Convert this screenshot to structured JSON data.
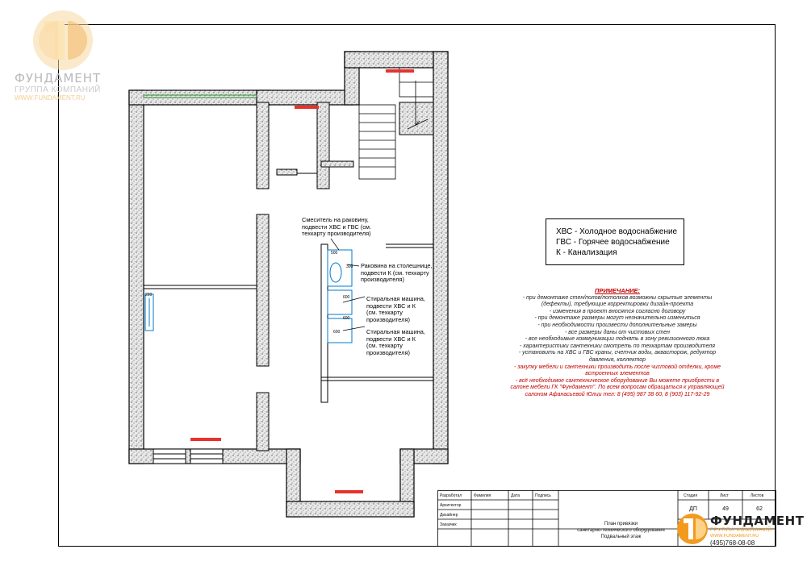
{
  "brand": {
    "name": "ФУНДАМЕНТ",
    "subtitle": "ГРУППА КОМПАНИЙ",
    "url": "WWW.FUNDAMENT.RU",
    "phone": "(495)768-08-08",
    "colors": {
      "orange": "#f39a1e",
      "orange_light": "#f7d7a0",
      "gray": "#b9b9b9"
    }
  },
  "legend": {
    "lines": [
      "ХВС - Холодное водоснабжение",
      "ГВС - Горячее водоснабжение",
      "К - Канализация"
    ]
  },
  "notes": {
    "title": "ПРИМЕЧАНИЕ:",
    "items": [
      "- при демонтаже стен/полов/потолков возможны скрытые элементы",
      "(дефекты), требующие корректировки дизайн-проекта",
      "- изменения в проект вносятся согласно договору",
      "- при демонтаже размеры могут незначительно измениться",
      "- при необходимости произвести дополнительные замеры",
      "- все размеры даны от чистовых стен",
      "- все необходимые коммуникации поднять в зону ревизионного люка",
      "- характеристики сантехники смотреть по техкартам производителя",
      "- установить на ХВС и ГВС краны, счетчик воды, аквасторож, редуктор",
      "давления, коллектор"
    ],
    "red_items": [
      "- закупку мебели и сантехники производить после чистовой отделки, кроме",
      "встроенных элементов",
      "- всё необходимое сантехническое оборудование Вы можете приобрести в",
      "салоне мебели ГК \"Фундамент\". По всем вопросам обращаться к управляющей",
      "салоном Афанасьевой Юлии тел: 8 (495) 987 38 60, 8 (903) 117-92-29"
    ]
  },
  "callouts": {
    "mixer": [
      "Смеситель на раковину,",
      "подвести ХВС и ГВС (см.",
      "техкарту производителя)"
    ],
    "sink": [
      "Раковина на столешнице,",
      "подвести К (см. техкарту",
      "производителя)"
    ],
    "washer1": [
      "Стиральная машина,",
      "подвести ХВС и К",
      "(см. техкарту",
      "производителя)"
    ],
    "washer2": [
      "Стиральная машина,",
      "подвести ХВС и К",
      "(см. техкарту",
      "производителя)"
    ]
  },
  "dimensions": {
    "d500": "500",
    "d300": "300",
    "d600a": "600",
    "d600b": "600",
    "d600c": "600",
    "d220": "220"
  },
  "title_block": {
    "rows": [
      "Разработал",
      "Архитектор",
      "Дизайнер",
      "Заказчик"
    ],
    "headers": [
      "Фамилия",
      "Дата",
      "Подпись"
    ],
    "stage_label": "Стадия",
    "sheet_label": "Лист",
    "sheets_label": "Листов",
    "stage": "ДП",
    "sheet": "49",
    "sheets": "62",
    "description": [
      "План привязки",
      "санитарно-технического оборудования",
      "Подвальный этаж"
    ]
  }
}
